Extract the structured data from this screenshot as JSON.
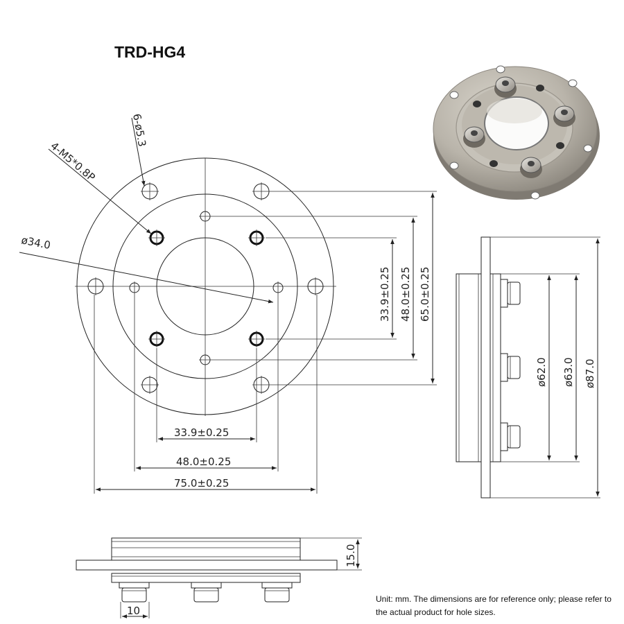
{
  "title": "TRD-HG4",
  "note": "Unit: mm. The dimensions are for reference only; please refer to the actual product for hole sizes.",
  "front_view": {
    "callout_holes": "6-ø5.3",
    "callout_threads": "4-M5*0.8P",
    "callout_bore": "ø34.0",
    "dim_v_inner": "33.9±0.25",
    "dim_v_mid": "48.0±0.25",
    "dim_v_outer": "65.0±0.25",
    "dim_h_inner": "33.9±0.25",
    "dim_h_mid": "48.0±0.25",
    "dim_h_outer": "75.0±0.25"
  },
  "side_view": {
    "dim_d1": "ø62.0",
    "dim_d2": "ø63.0",
    "dim_d3": "ø87.0"
  },
  "bottom_view": {
    "dim_height": "15.0",
    "dim_bolt": "10"
  },
  "photo": {
    "metal_color": "#b9b4aa",
    "shadow_color": "#8d887f"
  }
}
